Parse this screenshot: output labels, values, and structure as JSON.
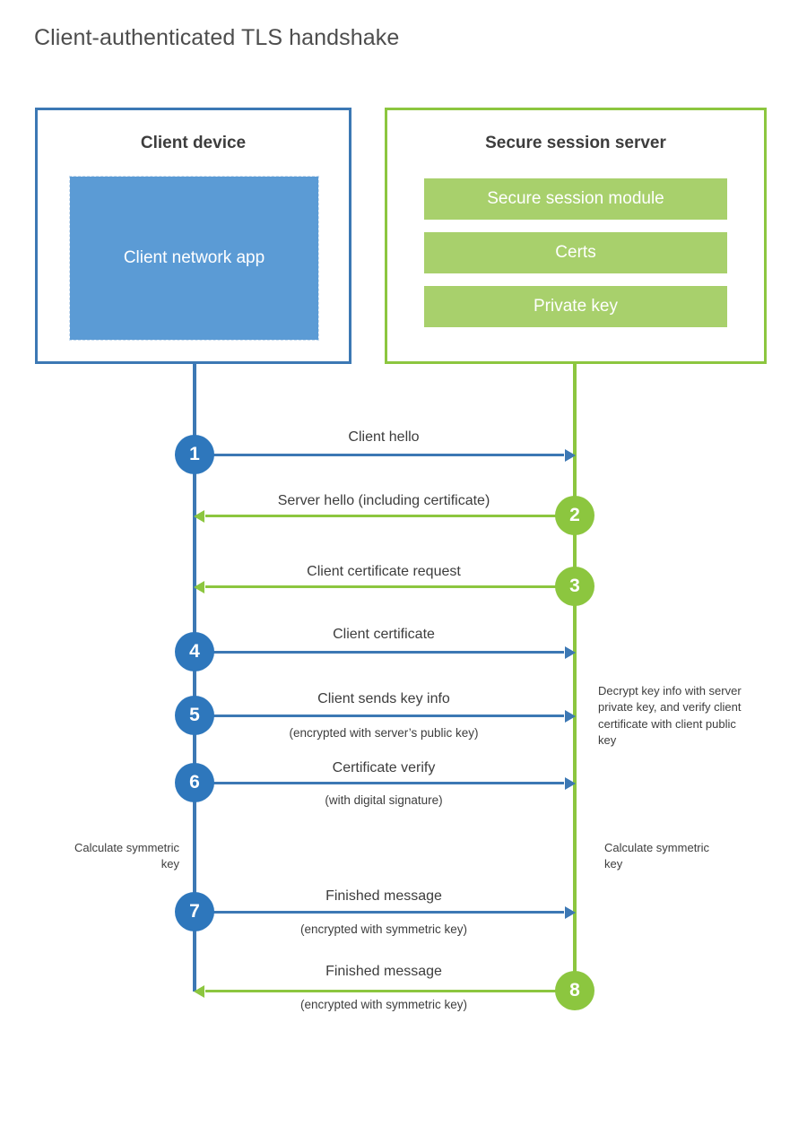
{
  "title": "Client-authenticated TLS handshake",
  "actors": {
    "client": {
      "title": "Client device",
      "app_label": "Client network app"
    },
    "server": {
      "title": "Secure session server",
      "components": [
        "Secure session module",
        "Certs",
        "Private key"
      ]
    }
  },
  "colors": {
    "client_blue": "#3c78b4",
    "client_app_fill": "#5b9bd5",
    "server_green": "#8cc63f",
    "server_bar_fill": "#a8d06c",
    "badge_blue": "#2e77bc",
    "badge_green": "#8cc63f",
    "text": "#3d3d3d",
    "title_text": "#4d4d4d",
    "background": "#ffffff"
  },
  "steps": [
    {
      "number": "1",
      "label": "Client hello",
      "sub": "",
      "direction": "client-to-server",
      "color": "blue"
    },
    {
      "number": "2",
      "label": "Server hello (including certificate)",
      "sub": "",
      "direction": "server-to-client",
      "color": "green"
    },
    {
      "number": "3",
      "label": "Client certificate request",
      "sub": "",
      "direction": "server-to-client",
      "color": "green"
    },
    {
      "number": "4",
      "label": "Client certificate",
      "sub": "",
      "direction": "client-to-server",
      "color": "blue"
    },
    {
      "number": "5",
      "label": "Client sends key info",
      "sub": "(encrypted with server’s public key)",
      "direction": "client-to-server",
      "color": "blue"
    },
    {
      "number": "6",
      "label": "Certificate verify",
      "sub": "(with digital signature)",
      "direction": "client-to-server",
      "color": "blue"
    },
    {
      "number": "7",
      "label": "Finished message",
      "sub": "(encrypted with symmetric key)",
      "direction": "client-to-server",
      "color": "blue"
    },
    {
      "number": "8",
      "label": "Finished message",
      "sub": "(encrypted with symmetric key)",
      "direction": "server-to-client",
      "color": "green"
    }
  ],
  "notes": {
    "server_decrypt": "Decrypt key info with server private key, and verify client certificate with client public key",
    "client_calculate": "Calculate symmetric key",
    "server_calculate": "Calculate symmetric key"
  }
}
